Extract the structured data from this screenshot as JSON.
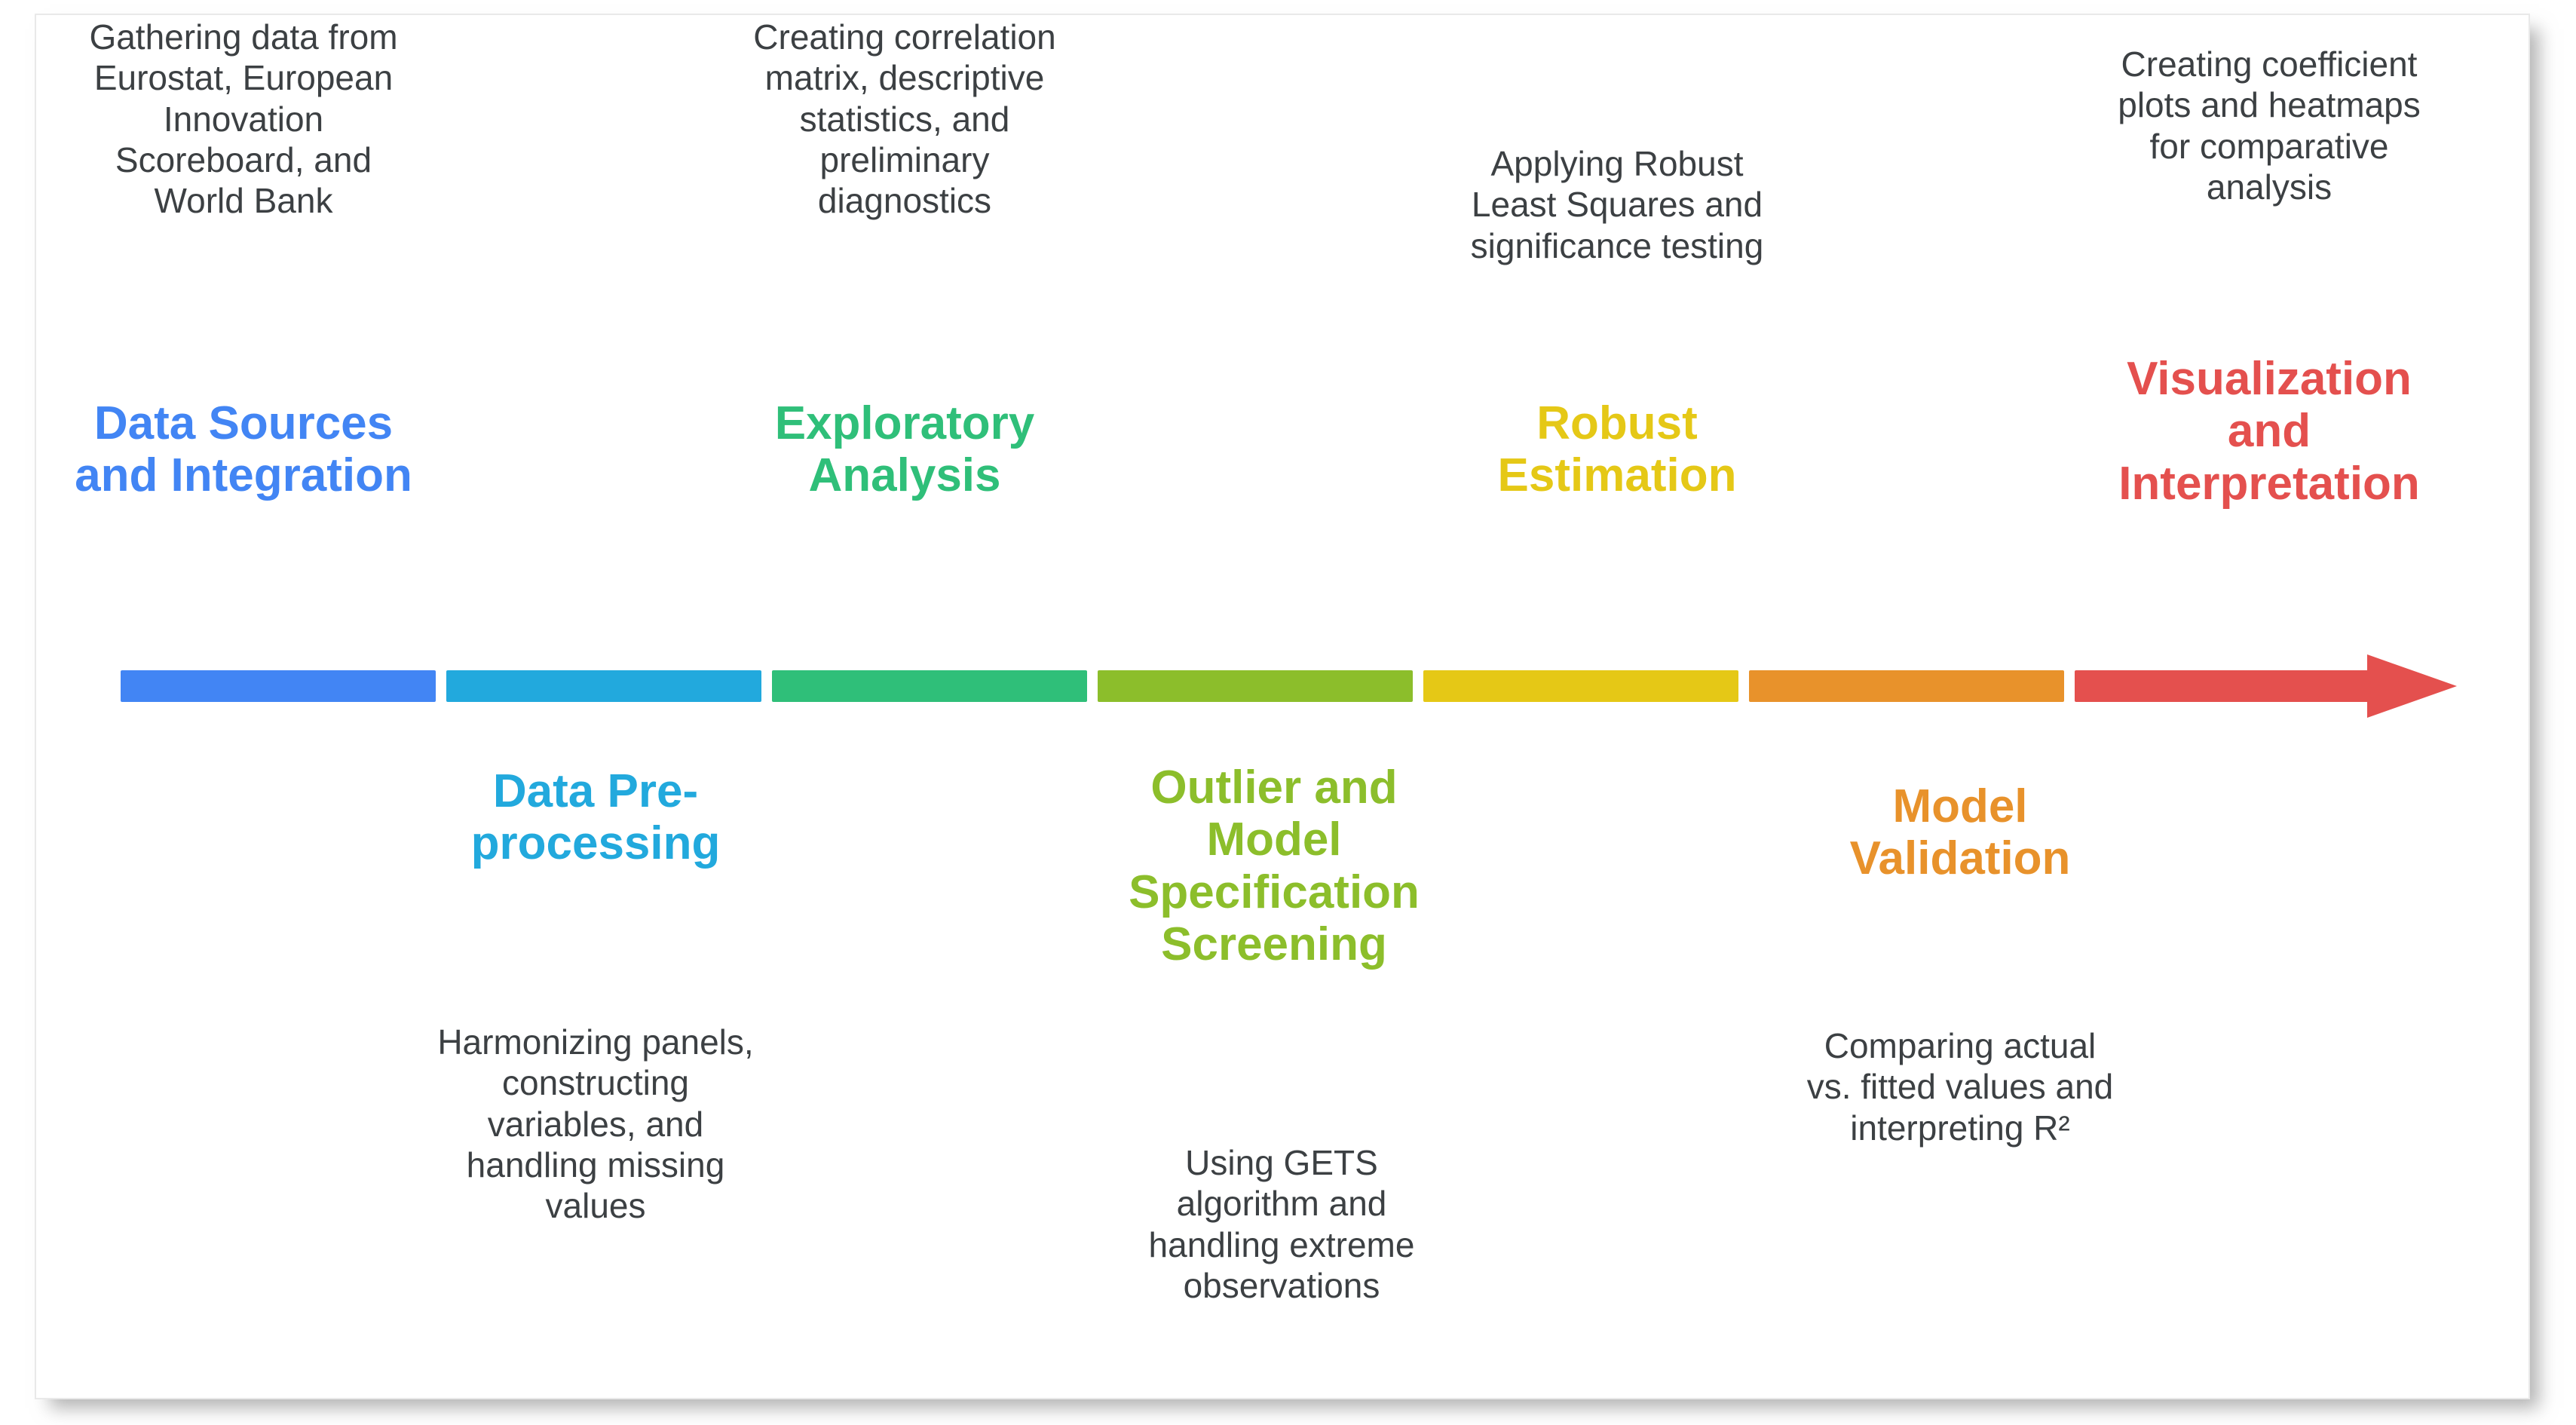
{
  "diagram": {
    "type": "process-timeline",
    "title_text": "",
    "colors": {
      "step1_blue": "#4285f4",
      "step2_cyan": "#22a9dd",
      "step3_green": "#2fbf79",
      "step4_yellow_green": "#8cbe2b",
      "step5_yellow": "#e5c816",
      "step6_orange": "#e8922b",
      "step7_red": "#e4504e",
      "body_text": "#3c4043",
      "page_background": "#ffffff",
      "frame_border": "#e9e9e9"
    },
    "arrow": {
      "segments": [
        {
          "name": "segment-blue",
          "color": "#4285f4"
        },
        {
          "name": "segment-cyan",
          "color": "#22a9dd"
        },
        {
          "name": "segment-green",
          "color": "#2fbf79"
        },
        {
          "name": "segment-yellow-green",
          "color": "#8cbe2b"
        },
        {
          "name": "segment-yellow",
          "color": "#e5c816"
        },
        {
          "name": "segment-orange",
          "color": "#e8922b"
        },
        {
          "name": "segment-red",
          "color": "#e4504e"
        }
      ],
      "head_color": "#e4504e",
      "direction": "right"
    },
    "steps_above": [
      {
        "index": 1,
        "title": "Data Sources\nand Integration",
        "title_color": "#4285f4",
        "description": "Gathering data from\nEurostat, European\nInnovation\nScoreboard, and\nWorld Bank"
      },
      {
        "index": 3,
        "title": "Exploratory\nAnalysis",
        "title_color": "#2fbf79",
        "description": "Creating correlation\nmatrix, descriptive\nstatistics, and\npreliminary\ndiagnostics"
      },
      {
        "index": 5,
        "title": "Robust\nEstimation",
        "title_color": "#e5c816",
        "description": "Applying Robust\nLeast Squares and\nsignificance testing"
      },
      {
        "index": 7,
        "title": "Visualization\nand\nInterpretation",
        "title_color": "#e4504e",
        "description": "Creating coefficient\nplots and heatmaps\nfor comparative\nanalysis"
      }
    ],
    "steps_below": [
      {
        "index": 2,
        "title": "Data Pre-\nprocessing",
        "title_color": "#22a9dd",
        "description": "Harmonizing panels,\nconstructing\nvariables, and\nhandling missing\nvalues"
      },
      {
        "index": 4,
        "title": "Outlier and\nModel\nSpecification\nScreening",
        "title_color": "#8cbe2b",
        "description": "Using GETS\nalgorithm and\nhandling extreme\nobservations"
      },
      {
        "index": 6,
        "title": "Model\nValidation",
        "title_color": "#e8922b",
        "description": "Comparing actual\nvs. fitted values and\ninterpreting R²"
      }
    ]
  }
}
